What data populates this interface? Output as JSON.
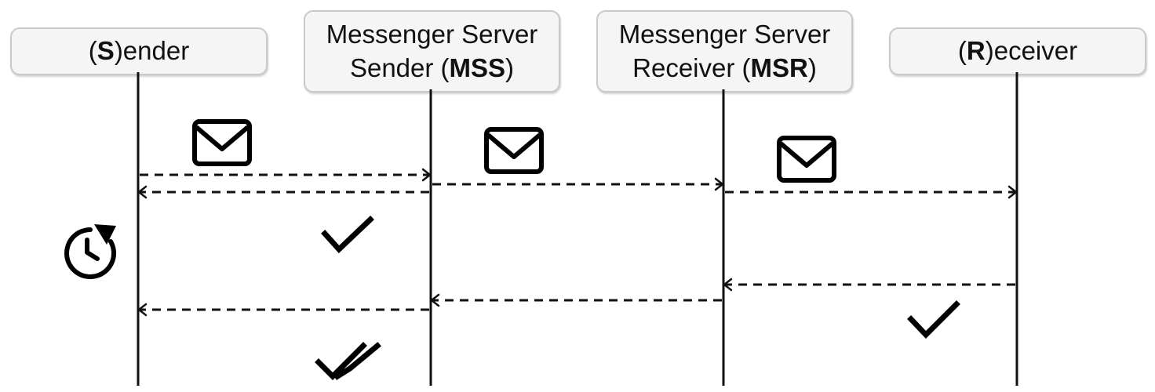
{
  "actors": [
    {
      "id": "S",
      "line1": "",
      "pre": "(",
      "bold": "S",
      "post": ")ender"
    },
    {
      "id": "MSS",
      "line1": "Messenger Server",
      "pre": "Sender (",
      "bold": "MSS",
      "post": ")"
    },
    {
      "id": "MSR",
      "line1": "Messenger Server",
      "pre": "Receiver (",
      "bold": "MSR",
      "post": ")"
    },
    {
      "id": "R",
      "line1": "",
      "pre": "(",
      "bold": "R",
      "post": ")eceiver"
    }
  ],
  "messages": [
    {
      "from": "S",
      "to": "MSS",
      "style": "dashed"
    },
    {
      "from": "MSS",
      "to": "S",
      "style": "dashed"
    },
    {
      "from": "MSS",
      "to": "MSR",
      "style": "dashed"
    },
    {
      "from": "MSR",
      "to": "R",
      "style": "dashed"
    },
    {
      "from": "R",
      "to": "MSR",
      "style": "dashed"
    },
    {
      "from": "MSR",
      "to": "MSS",
      "style": "dashed"
    },
    {
      "from": "MSS",
      "to": "S",
      "style": "dashed"
    }
  ],
  "icons": [
    {
      "type": "envelope",
      "name": "envelope-icon-sender"
    },
    {
      "type": "envelope",
      "name": "envelope-icon-mss"
    },
    {
      "type": "envelope",
      "name": "envelope-icon-msr"
    },
    {
      "type": "history-clock",
      "name": "history-clock-icon"
    },
    {
      "type": "check",
      "name": "single-check-icon-sender"
    },
    {
      "type": "check",
      "name": "single-check-icon-receiver"
    },
    {
      "type": "double-check",
      "name": "double-check-icon"
    }
  ]
}
